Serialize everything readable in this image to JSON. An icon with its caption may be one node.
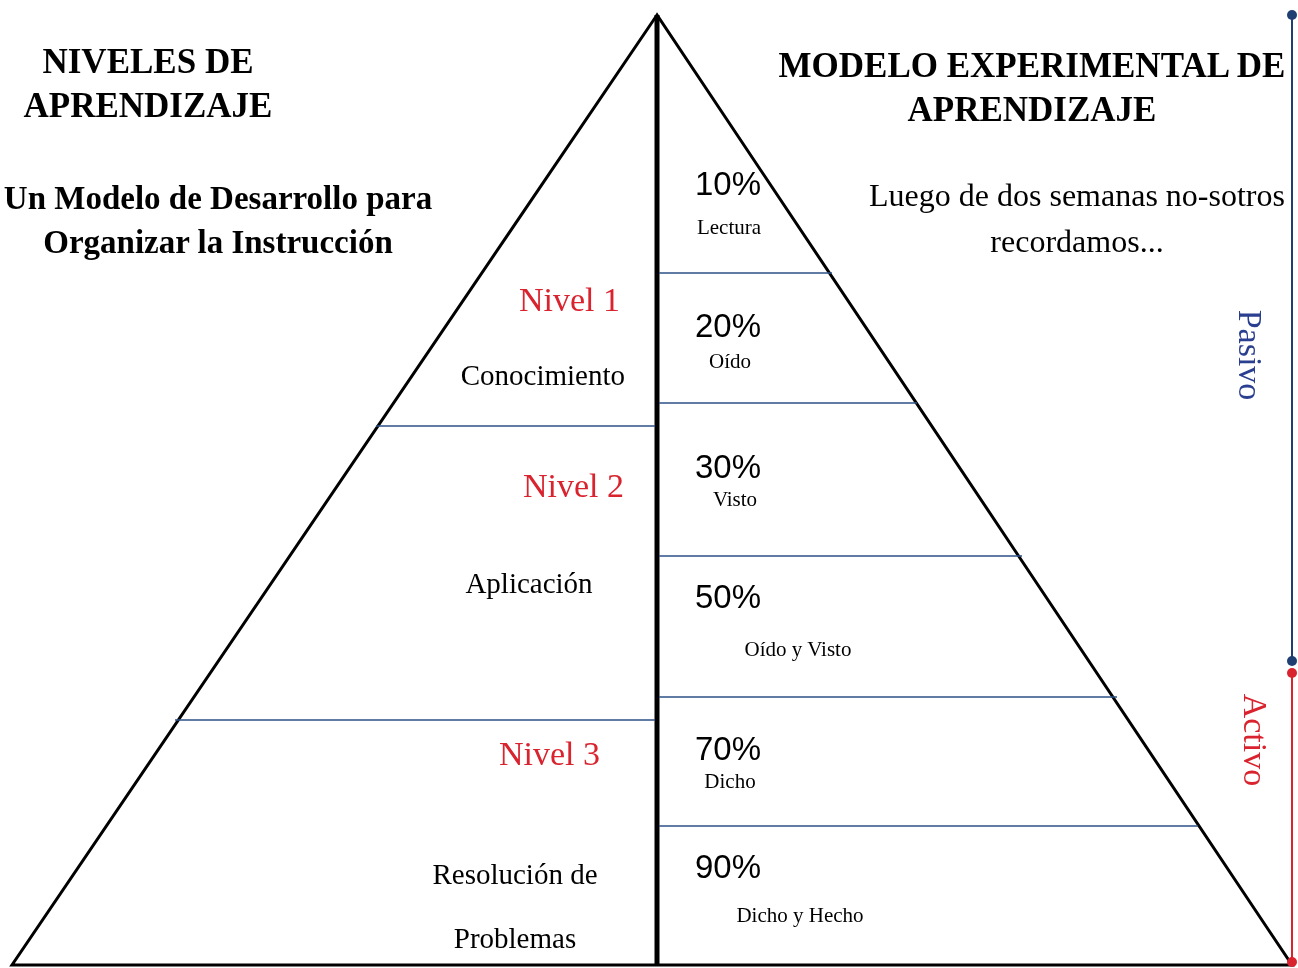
{
  "diagram": {
    "labels": [
      "NIVELES DE APRENDIZAJE",
      "MODELO EXPERIMENTAL DE APRENDIZAJE",
      "Un Modelo de Desarrollo para Organizar la Instrucción",
      "10%",
      "Lectura",
      "Luego de dos semanas no-sotros recordamos...",
      "Nivel 1",
      "20%",
      "Oído",
      "Pasivo",
      "Conocimiento",
      "30%",
      "Nivel 2",
      "Visto",
      "Aplicación",
      "50%",
      "Oído y Visto",
      "Nivel 3",
      "70%",
      "Dicho",
      "Activo",
      "Resolución de Problemas",
      "90%",
      "Dicho y Hecho"
    ]
  }
}
